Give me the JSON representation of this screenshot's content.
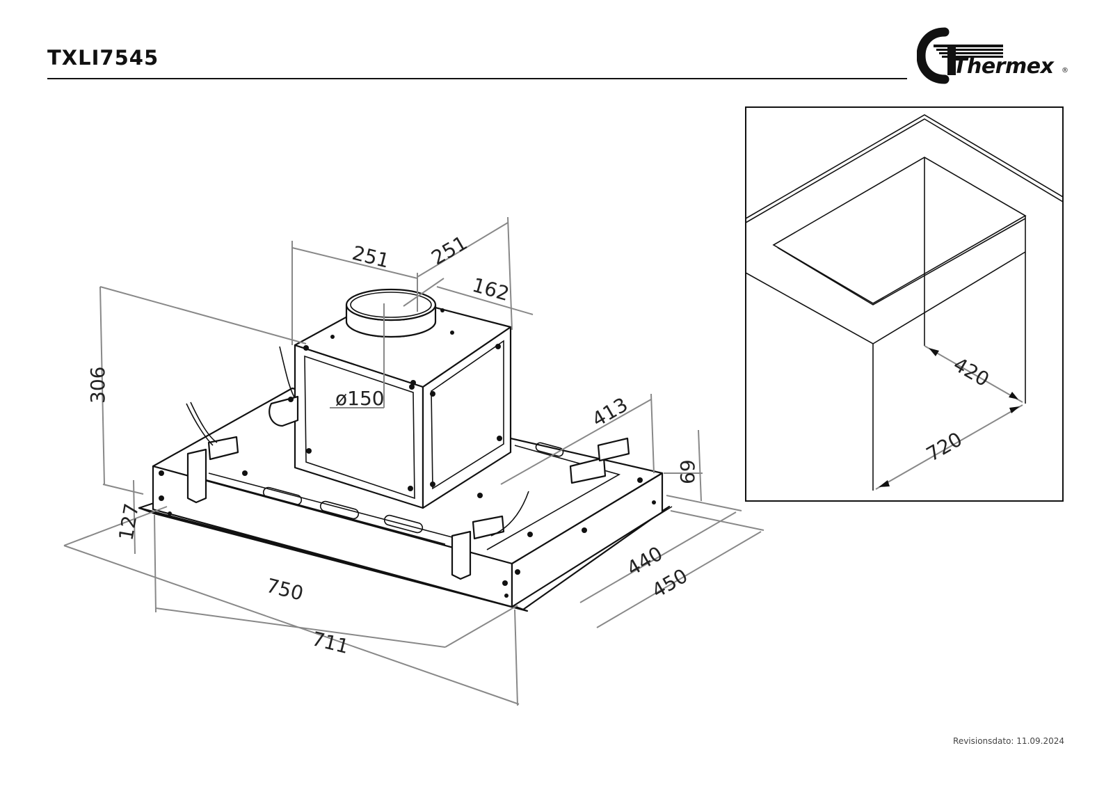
{
  "header": {
    "model": "TXLI7545",
    "brand": "Thermex",
    "brand_mark": "®"
  },
  "footer": {
    "revision": "Revisionsdato: 11.09.2024"
  },
  "dimensions": {
    "duct_width_a": "251",
    "duct_width_b": "251",
    "duct_offset": "162",
    "height_total": "306",
    "diameter": "ø150",
    "fan_depth": "413",
    "frame_height": "69",
    "front_height": "127",
    "depth_inner": "440",
    "depth_outer": "450",
    "width_outer": "750",
    "width_inner": "711",
    "cutout_depth": "420",
    "cutout_width": "720"
  }
}
